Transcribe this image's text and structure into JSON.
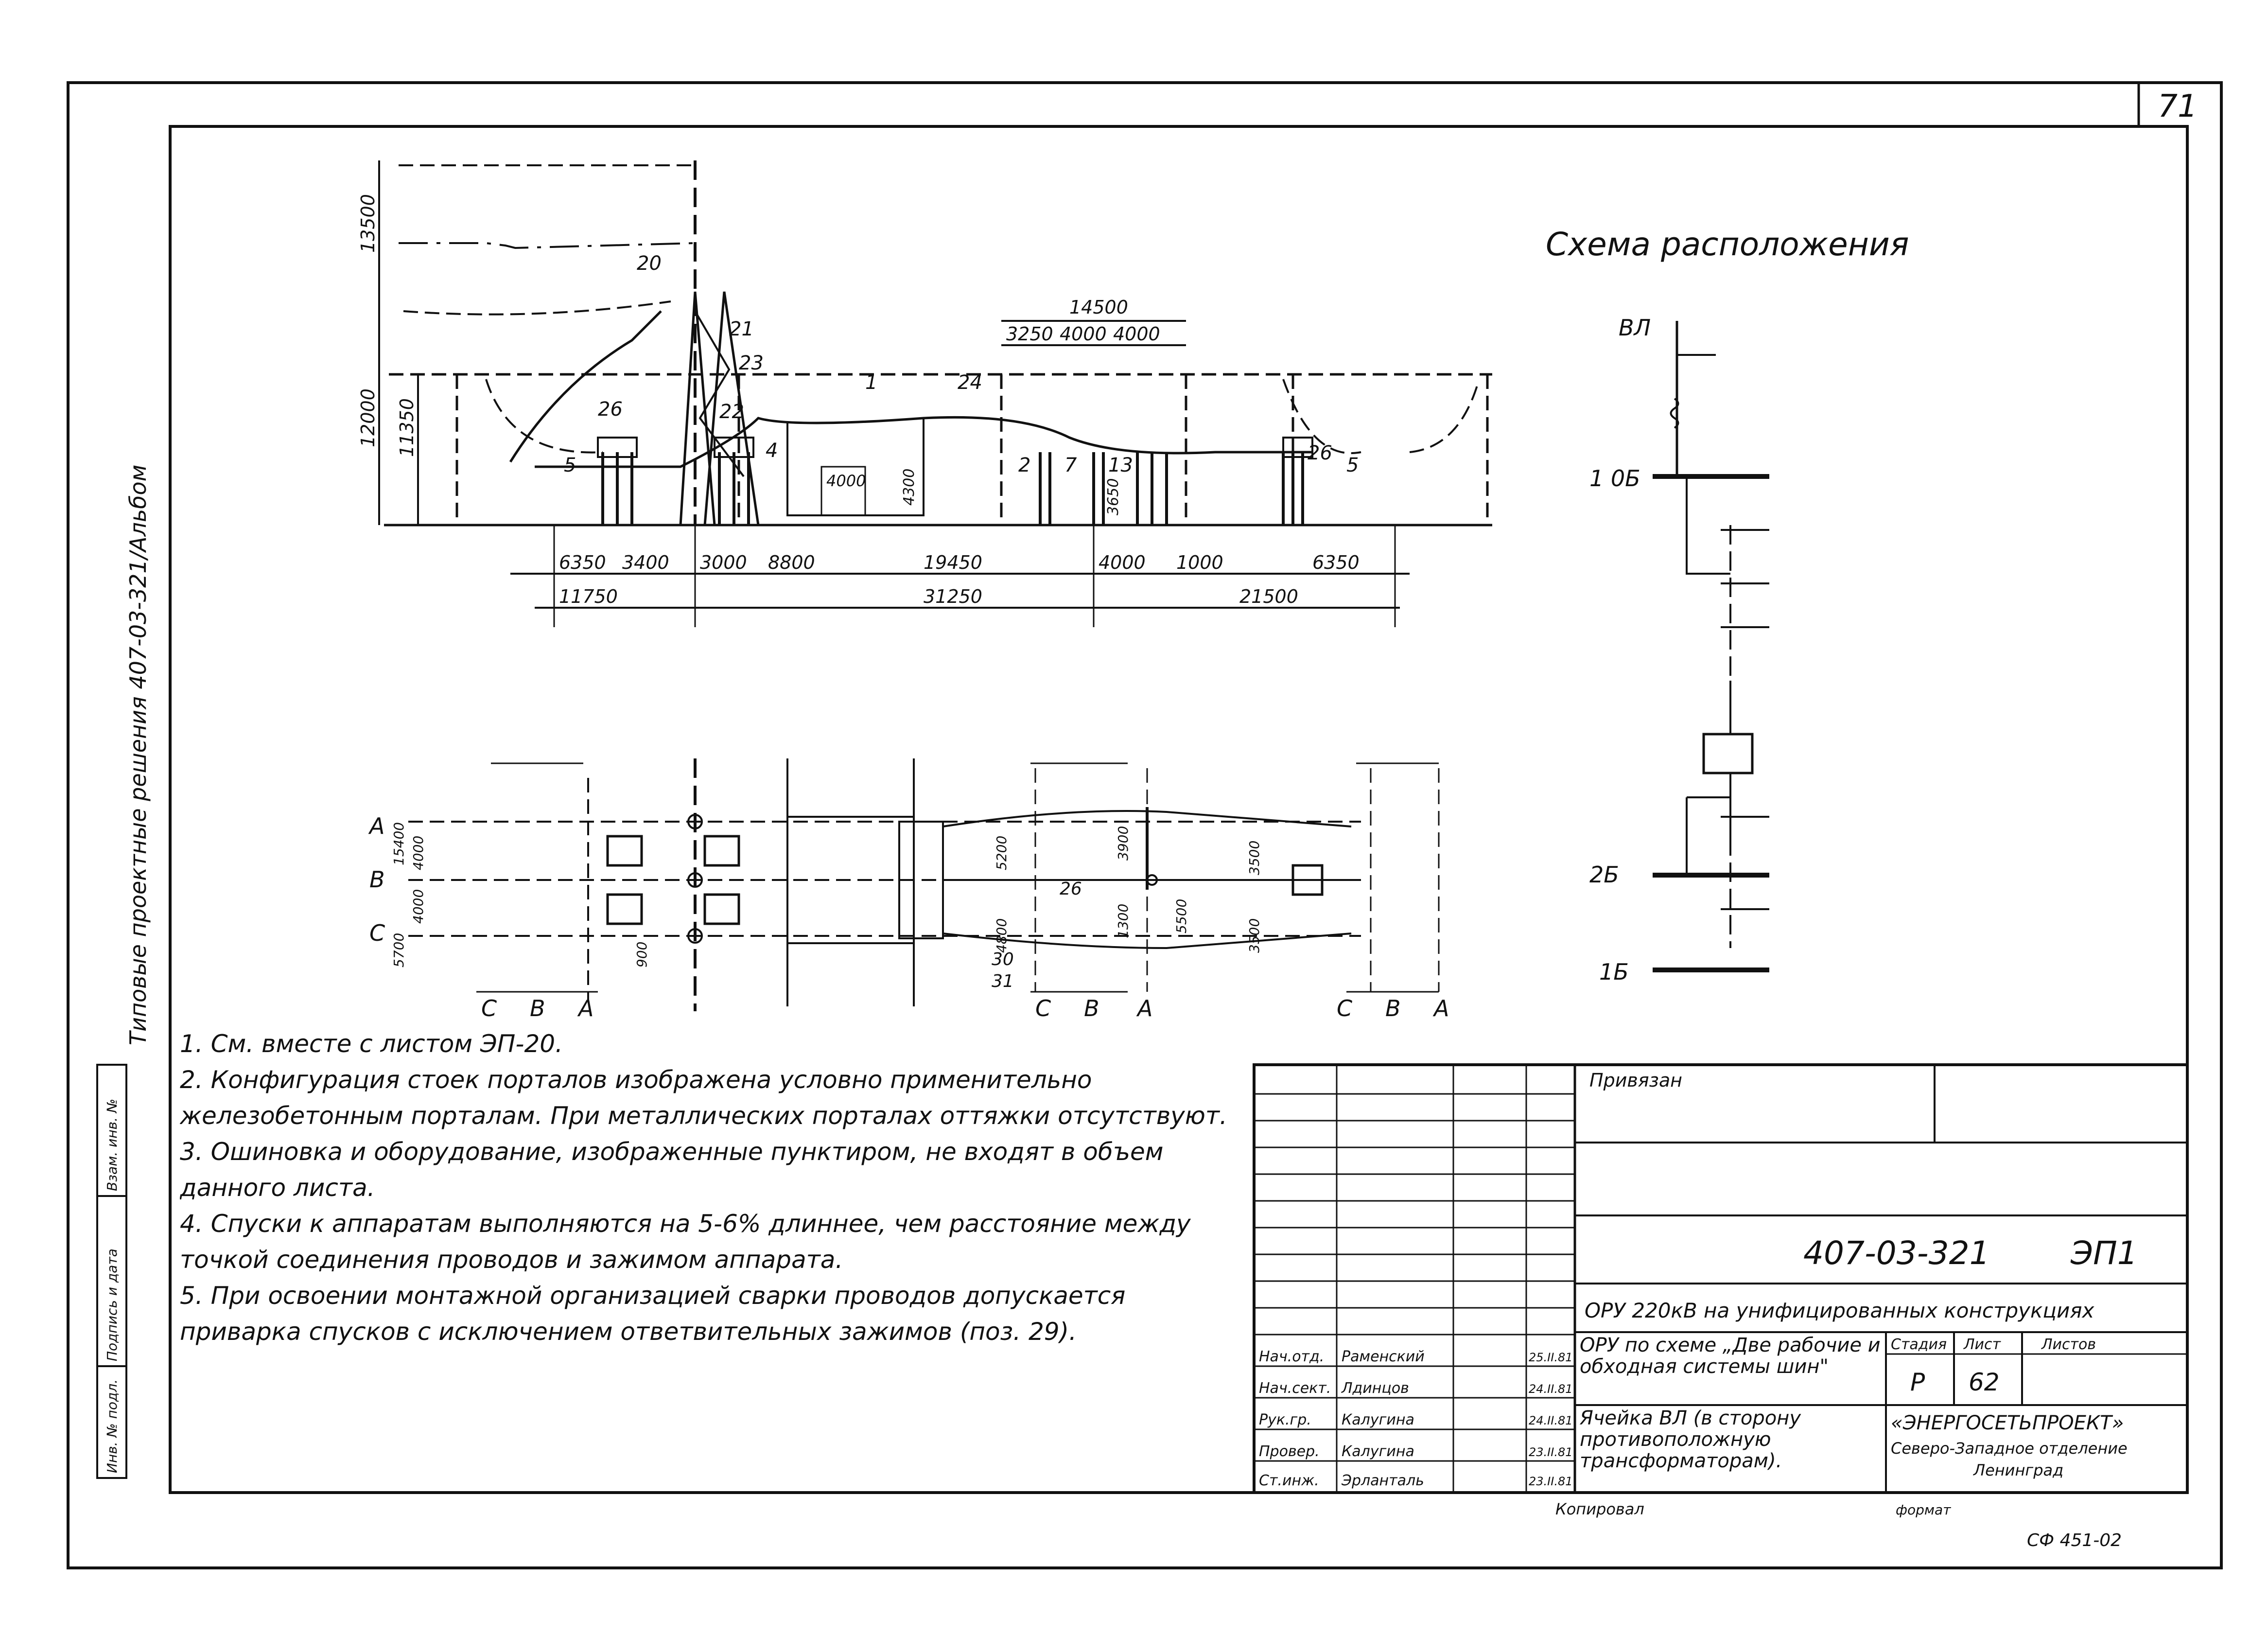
{
  "sheet_corner_number": "71",
  "side_stamp": "Типовые проектные решения 407-03-321/Альбом",
  "side_columns": [
    "Инв. № подл.",
    "Подпись и дата",
    "Взам. инв. №"
  ],
  "scheme_title": "Схема расположения",
  "scheme_labels": [
    "ВЛ",
    "1 0Б",
    "2Б",
    "1Б"
  ],
  "elevation": {
    "dims_vertical": [
      "13500",
      "12000",
      "11350"
    ],
    "dims_top": [
      "14500",
      "3250",
      "4000",
      "4000"
    ],
    "dims_inner": [
      "4000",
      "4300",
      "3650"
    ],
    "dims_row1": [
      "6350",
      "3400",
      "3000",
      "8800",
      "19450",
      "4000",
      "1000",
      "6350"
    ],
    "dims_row2": [
      "11750",
      "31250",
      "21500"
    ],
    "positions": [
      "20",
      "1",
      "24",
      "26",
      "21",
      "22",
      "23",
      "5",
      "4",
      "2",
      "7",
      "13",
      "26",
      "5"
    ]
  },
  "plan": {
    "phase_labels_left": [
      "A",
      "B",
      "C"
    ],
    "bottom_phase_groups": [
      [
        "C",
        "B",
        "A"
      ],
      [
        "C",
        "B",
        "A"
      ],
      [
        "C",
        "B",
        "A"
      ]
    ],
    "dims": [
      "15400",
      "4000",
      "4000",
      "5700",
      "5200",
      "4800",
      "3900",
      "1300",
      "5500",
      "3500",
      "3500",
      "900"
    ],
    "positions": [
      "26",
      "30",
      "31"
    ]
  },
  "notes": [
    "1. См. вместе с листом ЭП-20.",
    "2. Конфигурация стоек порталов изображена условно применительно железобетонным порталам. При металлических порталах оттяжки отсутствуют.",
    "3. Ошиновка и оборудование, изображенные пунктиром, не входят в объем данного листа.",
    "4. Спуски к аппаратам выполняются на 5-6% длиннее, чем расстояние между точкой соединения проводов и зажимом аппарата.",
    "5. При освоении монтажной организацией сварки проводов допускается приварка спусков с исключением ответвительных зажимов (поз. 29)."
  ],
  "title_block": {
    "tied_label": "Привязан",
    "doc_number": "407-03-321",
    "sheet_code": "ЭП1",
    "project_title": "ОРУ 220кВ на унифицированных конструкциях",
    "scheme_desc": "ОРУ по схеме „Две рабочие и обходная системы шин\"",
    "sheet_desc": "Ячейка ВЛ (в сторону противоположную трансформаторам).",
    "stage_header": "Стадия",
    "sheet_header": "Лист",
    "sheets_header": "Листов",
    "stage": "Р",
    "sheet_no": "62",
    "org_line1": "«ЭНЕРГОСЕТЬПРОЕКТ»",
    "org_line2": "Северо-Западное отделение",
    "org_line3": "Ленинград",
    "signatures": [
      {
        "role": "Нач.отд.",
        "name": "Раменский",
        "date": "25.II.81"
      },
      {
        "role": "Нач.сект.",
        "name": "Лдинцов",
        "date": "24.II.81"
      },
      {
        "role": "Рук.гр.",
        "name": "Калугина",
        "date": "24.II.81"
      },
      {
        "role": "Провер.",
        "name": "Калугина",
        "date": "23.II.81"
      },
      {
        "role": "Ст.инж.",
        "name": "Эрланталь",
        "date": "23.II.81"
      }
    ]
  },
  "copied_label": "Копировал",
  "format_label": "формат",
  "bottom_code": "СФ 451-02"
}
